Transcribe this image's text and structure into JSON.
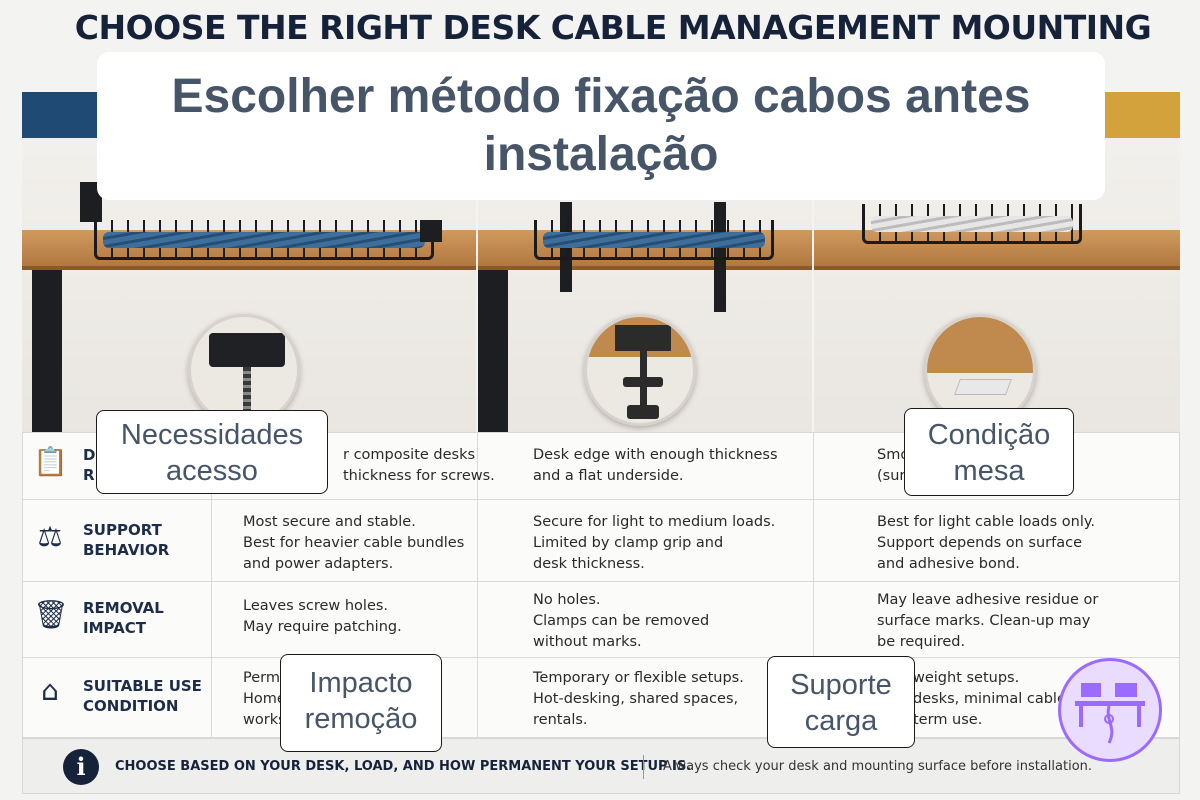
{
  "header": {
    "title": "CHOOSE THE RIGHT DESK CABLE MANAGEMENT MOUNTING METHOD"
  },
  "overlay": {
    "title": "Escolher método fixação cabos antes instalação"
  },
  "notes": {
    "access": "Necessidades acesso",
    "desk_condition": "Condição mesa",
    "removal": "Impacto remoção",
    "load": "Suporte carga"
  },
  "colors": {
    "panel1_band": "#1f4a73",
    "panel3_band": "#d3a23c",
    "navy": "#16223a",
    "badge": "#9b6bff"
  },
  "table": {
    "rows": [
      {
        "icon": "clipboard-checklist-icon",
        "label": "D\nR",
        "cells": [
          "r composite desks\nthickness for screws.",
          "Desk edge with enough thickness\nand a flat underside.",
          "Smo\n(surf                                     )."
        ]
      },
      {
        "icon": "balance-scale-icon",
        "label": "SUPPORT\nBEHAVIOR",
        "cells": [
          "Most secure and stable.\nBest for heavier cable bundles\nand power adapters.",
          "Secure for light to medium loads.\nLimited by clamp grip and\ndesk thickness.",
          "Best for light cable loads only.\nSupport depends on surface\nand adhesive bond."
        ]
      },
      {
        "icon": "trash-can-icon",
        "label": "REMOVAL\nIMPACT",
        "cells": [
          "Leaves screw holes.\nMay require patching.",
          "No holes.\nClamps can be removed\nwithout marks.",
          "May leave adhesive residue or\nsurface marks. Clean-up may\nbe required."
        ]
      },
      {
        "icon": "house-icon",
        "label": "SUITABLE USE\nCONDITION",
        "cells": [
          "Perma\nHome\nworks",
          "Temporary or flexible setups.\nHot-desking, shared spaces,\nrentals.",
          "weight setups.\n desks, minimal cables,\n term use."
        ]
      }
    ]
  },
  "footer": {
    "main": "CHOOSE BASED ON YOUR DESK, LOAD, AND HOW PERMANENT YOUR SETUP IS.",
    "note": "Always check your desk and mounting surface before installation."
  }
}
